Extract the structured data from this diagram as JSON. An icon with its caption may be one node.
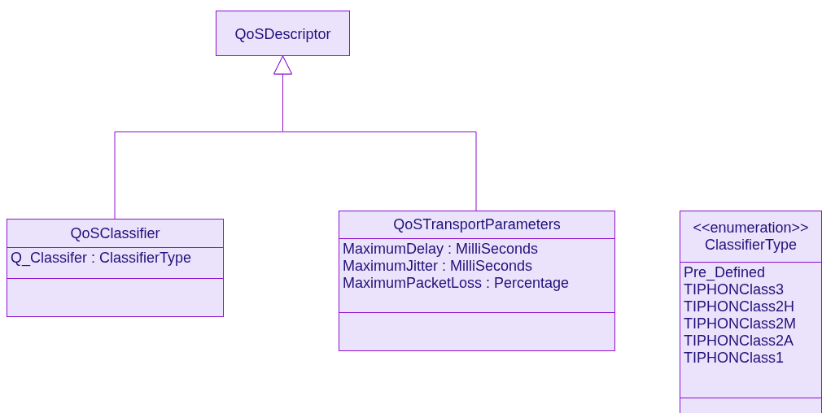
{
  "diagram": {
    "nodes": [
      {
        "text": [
          "QoSDescriptor"
        ]
      },
      {
        "text": [
          "QoSClassifier",
          "Q_Classifer : ClassifierType"
        ]
      },
      {
        "text": [
          "QoSTransportParameters",
          "MaximumDelay : MilliSeconds",
          "MaximumJitter : MilliSeconds",
          "MaximumPacketLoss : Percentage"
        ]
      },
      {
        "text": [
          "<<enumeration>>",
          "ClassifierType",
          "Pre_Defined",
          "TIPHONClass3",
          "TIPHONClass2H",
          "TIPHONClass2M",
          "TIPHONClass2A",
          "TIPHONClass1"
        ]
      }
    ],
    "edges": [
      {
        "from": 1,
        "to": 0,
        "arrow": "to"
      },
      {
        "from": 2,
        "to": 0,
        "arrow": "to"
      }
    ]
  }
}
